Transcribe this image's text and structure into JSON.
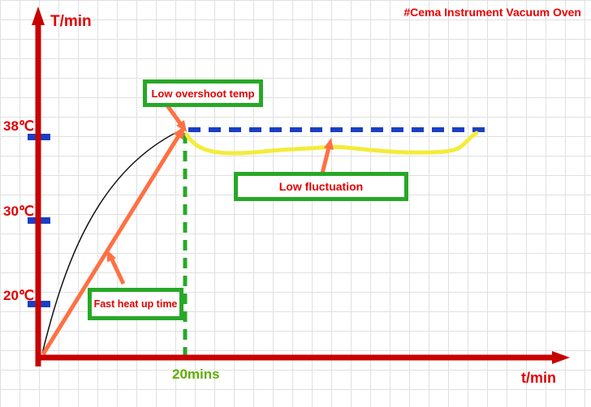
{
  "header": {
    "title": "#Cema Instrument Vacuum Oven"
  },
  "axes": {
    "y_label": "T/min",
    "x_label": "t/min",
    "y_ticks": [
      {
        "label": "38℃",
        "value": 38
      },
      {
        "label": "30℃",
        "value": 30
      },
      {
        "label": "20℃",
        "value": 20
      }
    ],
    "x_tick_label": "20mins"
  },
  "annotations": {
    "overshoot": {
      "label": "Low overshoot temp"
    },
    "fluctuation": {
      "label": "Low fluctuation"
    },
    "heatup": {
      "label": "Fast heat up time"
    }
  },
  "colors": {
    "axis_red": "#c80000",
    "ramp_orange": "#ff7043",
    "setpoint_blue": "#1a3fc4",
    "dashed_green": "#29a829",
    "fluctuation_yellow": "#f3ec3a",
    "curve_black": "#111111",
    "annotation_border_green": "#27a827",
    "label_red": "#e20000",
    "xtick_green": "#5fae00"
  },
  "chart_data": {
    "type": "line",
    "title": "#Cema Instrument Vacuum Oven",
    "xlabel": "t/min",
    "ylabel": "T/min",
    "grid": true,
    "legend": false,
    "x_ticks": [
      {
        "value": 20,
        "label": "20mins"
      }
    ],
    "y_ticks": [
      {
        "value": 38,
        "label": "38℃"
      },
      {
        "value": 30,
        "label": "30℃"
      },
      {
        "value": 20,
        "label": "20℃"
      }
    ],
    "series": [
      {
        "name": "heat-up ramp arrow",
        "style": "solid",
        "color": "#ff7043",
        "points": [
          {
            "t": 0,
            "T": 0
          },
          {
            "t": 20,
            "T": 38
          }
        ]
      },
      {
        "name": "actual heat-up curve",
        "style": "solid-thin",
        "color": "#111111",
        "points": [
          {
            "t": 0,
            "T": 0
          },
          {
            "t": 5,
            "T": 18
          },
          {
            "t": 10,
            "T": 29
          },
          {
            "t": 15,
            "T": 35
          },
          {
            "t": 20,
            "T": 38
          }
        ]
      },
      {
        "name": "setpoint hold at 38℃",
        "style": "dashed",
        "color": "#1a3fc4",
        "points": [
          {
            "t": 20,
            "T": 38
          },
          {
            "t": 60,
            "T": 38
          }
        ]
      },
      {
        "name": "actual temperature fluctuation",
        "style": "solid",
        "color": "#f3ec3a",
        "points": [
          {
            "t": 20,
            "T": 38
          },
          {
            "t": 24,
            "T": 36.9
          },
          {
            "t": 32,
            "T": 37.0
          },
          {
            "t": 40,
            "T": 37.2
          },
          {
            "t": 48,
            "T": 36.9
          },
          {
            "t": 55,
            "T": 37.0
          },
          {
            "t": 58,
            "T": 38
          }
        ]
      }
    ],
    "annotations": [
      {
        "text": "Low overshoot temp",
        "target": "peak at (20min, 38℃)"
      },
      {
        "text": "Low fluctuation",
        "target": "actual temperature fluctuation line"
      },
      {
        "text": "Fast heat up time",
        "target": "heat-up ramp"
      }
    ]
  }
}
